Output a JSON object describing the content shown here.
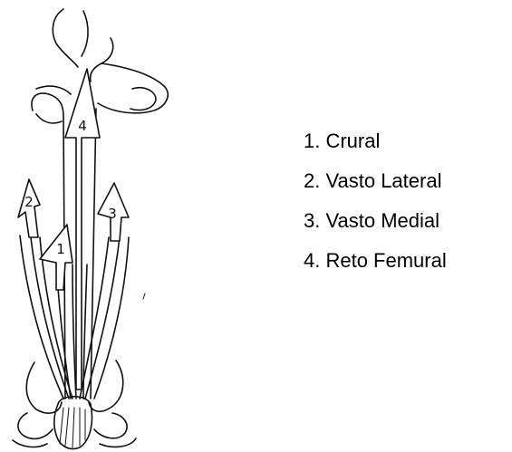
{
  "figure": {
    "arrow_labels": [
      "1",
      "2",
      "3",
      "4"
    ]
  },
  "legend": {
    "items": [
      "1. Crural",
      "2. Vasto Lateral",
      "3. Vasto Medial",
      "4. Reto Femural"
    ]
  }
}
